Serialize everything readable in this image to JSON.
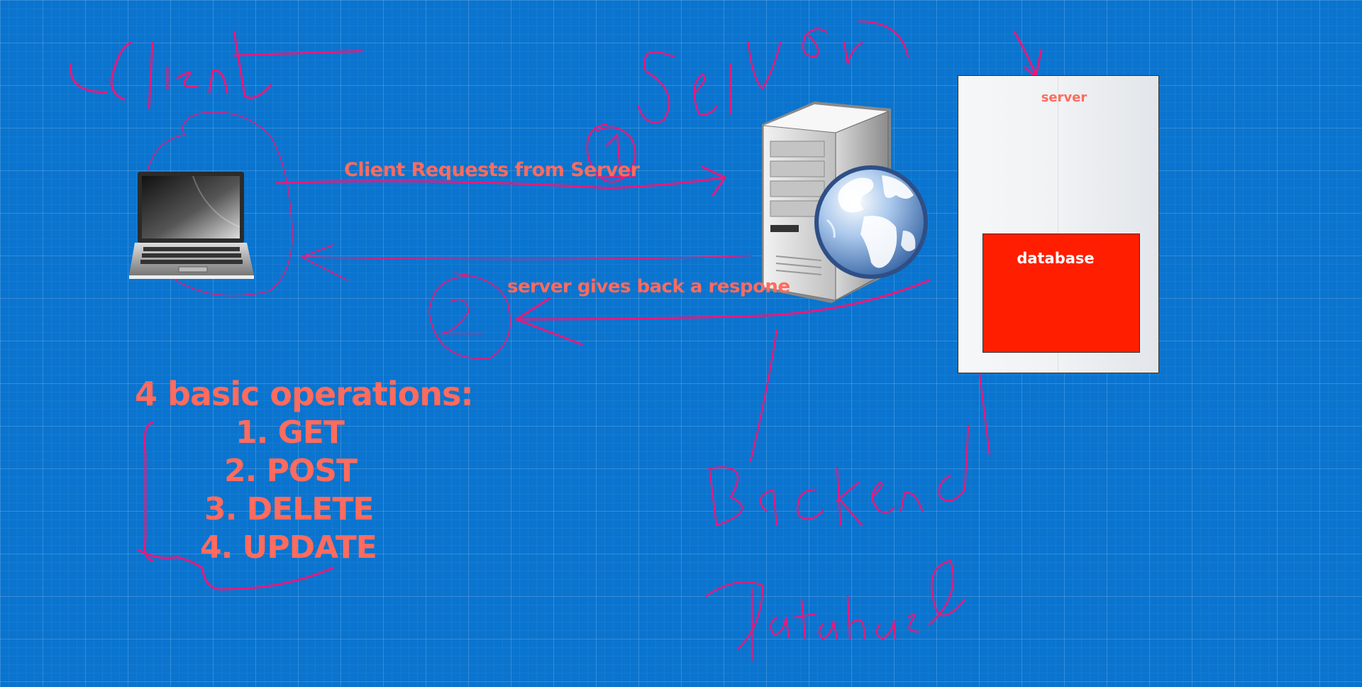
{
  "labels": {
    "request": "Client Requests from Server",
    "response": "server gives back a respone"
  },
  "operations": {
    "title": "4 basic operations:",
    "items": [
      "1. GET",
      "2. POST",
      "3. DELETE",
      "4. UPDATE"
    ]
  },
  "server_panel": {
    "title": "server",
    "database_label": "database"
  },
  "icons": [
    "laptop-icon",
    "web-server-icon",
    "globe-icon"
  ],
  "colors": {
    "background": "#0a74cf",
    "text": "#ff6b5e",
    "ink": "#e8197c",
    "database": "#ff1f00"
  }
}
